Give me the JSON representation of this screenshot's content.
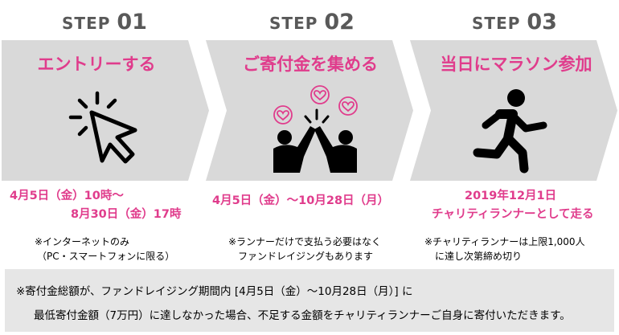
{
  "steps": [
    {
      "label": "STEP",
      "number": "01",
      "title": "エントリーする",
      "icon": "cursor-click-icon",
      "date_lines": [
        "4月5日（金）10時～",
        "8月30日（金）17時"
      ],
      "note_lines": [
        "※インターネットのみ",
        "（PC・スマートフォンに限る）"
      ]
    },
    {
      "label": "STEP",
      "number": "02",
      "title": "ご寄付金を集める",
      "icon": "high-five-hearts-icon",
      "date_lines": [
        "4月5日（金）～10月28日（月）"
      ],
      "note_lines": [
        "※ランナーだけで支払う必要はなく",
        "ファンドレイジングもあります"
      ]
    },
    {
      "label": "STEP",
      "number": "03",
      "title": "当日にマラソン参加",
      "icon": "runner-icon",
      "date_lines": [
        "2019年12月1日",
        "チャリティランナーとして走る"
      ],
      "note_lines": [
        "※チャリティランナーは上限1,000人",
        "に達し次第締め切り"
      ]
    }
  ],
  "footer": {
    "line1": "※寄付金総額が、ファンドレイジング期間内 [4月5日（金）～10月28日（月）] に",
    "line2": "最低寄付金額（7万円）に達しなかった場合、不足する金額をチャリティランナーご自身に寄付いただきます。"
  },
  "colors": {
    "accent": "#e03c8c",
    "chevron": "#d9d9d9",
    "header_text": "#595959",
    "footer_bg": "#e6e6e6",
    "icon": "#000000"
  }
}
